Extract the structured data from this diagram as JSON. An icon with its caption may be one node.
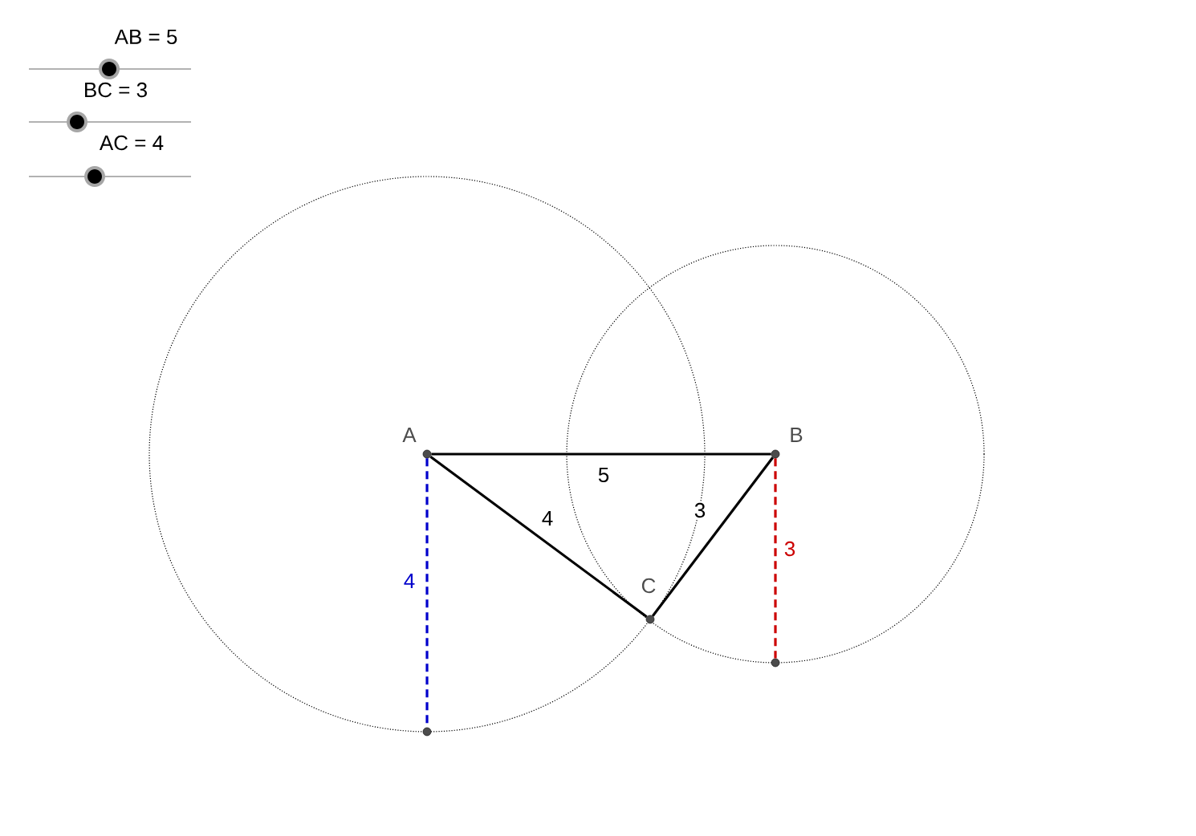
{
  "diagram": {
    "nodes": [
      {
        "text": [
          "A"
        ]
      },
      {
        "text": [
          "B"
        ]
      },
      {
        "text": [
          "C"
        ]
      },
      {
        "text": [],
        "shape": "circle"
      },
      {
        "text": [],
        "shape": "circle"
      }
    ],
    "edges": [
      {
        "from": 0,
        "to": 1,
        "arrow": "none",
        "label": "5"
      },
      {
        "from": 0,
        "to": 2,
        "arrow": "none",
        "label": "4"
      },
      {
        "from": 1,
        "to": 2,
        "arrow": "none",
        "label": "3"
      },
      {
        "from": 0,
        "to": 3,
        "arrow": "none",
        "label": "4",
        "style": "dashed",
        "color": "#0000cc"
      },
      {
        "from": 1,
        "to": 4,
        "arrow": "none",
        "label": "3",
        "style": "dashed",
        "color": "#cc0000"
      }
    ],
    "labels": [
      "AB = 5",
      "BC = 3",
      "AC = 4"
    ]
  }
}
